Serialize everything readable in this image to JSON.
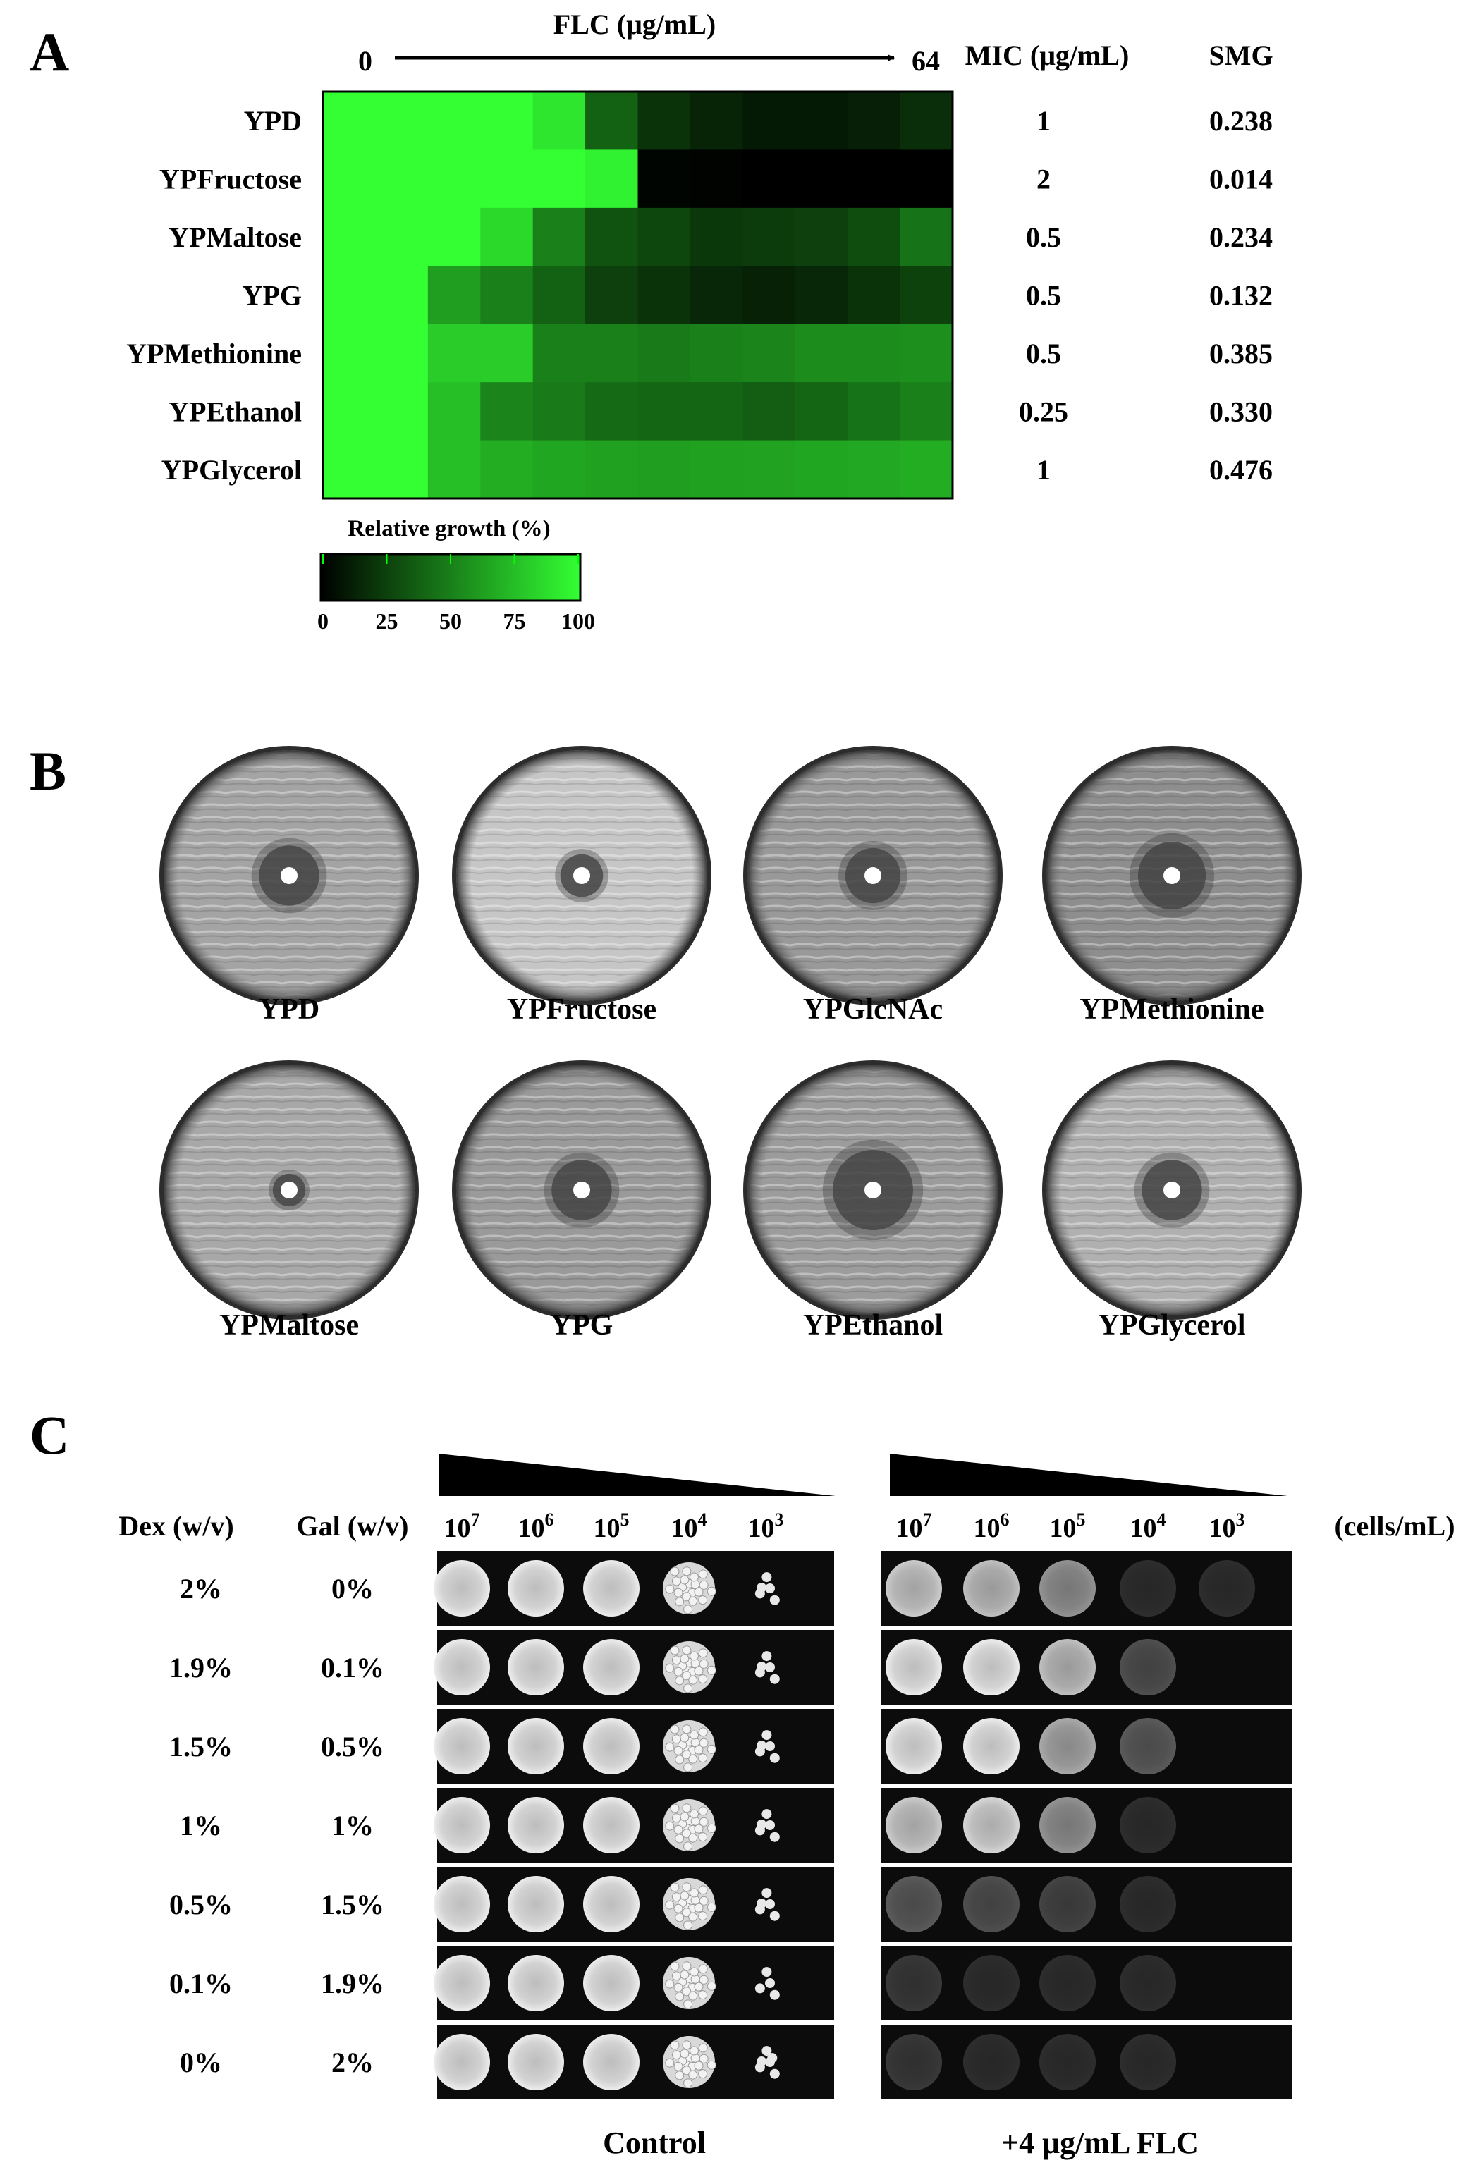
{
  "panel_a": {
    "letter": "A",
    "flc_label": "FLC (μg/mL)",
    "flc_min": "0",
    "flc_max": "64",
    "mic_header": "MIC (μg/mL)",
    "smg_header": "SMG",
    "colorbar_title": "Relative growth (%)",
    "colorbar_ticks": [
      "0",
      "25",
      "50",
      "75",
      "100"
    ],
    "chart_data": {
      "type": "heatmap",
      "title": "",
      "xlabel": "FLC (μg/mL)",
      "ylabel": "",
      "x_range_labels": [
        "0",
        "64"
      ],
      "color_scale": {
        "min": 0,
        "max": 100,
        "low_color": "#000000",
        "high_color": "#33ff33",
        "label": "Relative growth (%)"
      },
      "rows": [
        "YPD",
        "YPFructose",
        "YPMaltose",
        "YPG",
        "YPMethionine",
        "YPEthanol",
        "YPGlycerol"
      ],
      "values": [
        [
          100,
          100,
          100,
          100,
          90,
          38,
          20,
          14,
          10,
          10,
          12,
          18
        ],
        [
          100,
          100,
          100,
          100,
          100,
          95,
          2,
          1,
          0,
          0,
          0,
          0
        ],
        [
          100,
          100,
          100,
          85,
          50,
          32,
          28,
          22,
          23,
          25,
          30,
          45
        ],
        [
          100,
          100,
          62,
          50,
          38,
          25,
          20,
          15,
          13,
          15,
          20,
          26
        ],
        [
          100,
          100,
          80,
          80,
          50,
          50,
          48,
          50,
          52,
          55,
          55,
          56
        ],
        [
          100,
          100,
          75,
          52,
          48,
          42,
          40,
          40,
          37,
          40,
          45,
          50
        ],
        [
          100,
          100,
          75,
          68,
          65,
          63,
          62,
          63,
          64,
          65,
          66,
          68
        ]
      ],
      "mic": [
        "1",
        "2",
        "0.5",
        "0.5",
        "0.5",
        "0.25",
        "1"
      ],
      "smg": [
        "0.238",
        "0.014",
        "0.234",
        "0.132",
        "0.385",
        "0.330",
        "0.476"
      ]
    }
  },
  "panel_b": {
    "letter": "B",
    "plates": [
      {
        "label": "YPD",
        "halo": 0.24,
        "bg": "#a4a4a4"
      },
      {
        "label": "YPFructose",
        "halo": 0.17,
        "bg": "#c6c6c6"
      },
      {
        "label": "YPGlcNAc",
        "halo": 0.22,
        "bg": "#999999"
      },
      {
        "label": "YPMethionine",
        "halo": 0.27,
        "bg": "#8e8e8e"
      },
      {
        "label": "YPMaltose",
        "halo": 0.13,
        "bg": "#a8a8a8"
      },
      {
        "label": "YPG",
        "halo": 0.24,
        "bg": "#9a9a9a"
      },
      {
        "label": "YPEthanol",
        "halo": 0.32,
        "bg": "#9c9c9c"
      },
      {
        "label": "YPGlycerol",
        "halo": 0.24,
        "bg": "#b0b0b0"
      }
    ]
  },
  "panel_c": {
    "letter": "C",
    "dex_header": "Dex (w/v)",
    "gal_header": "Gal (w/v)",
    "units_label": "(cells/mL)",
    "density_base": "10",
    "density_exponents": [
      "7",
      "6",
      "5",
      "4",
      "3"
    ],
    "control_label": "Control",
    "flc_label": "+4 μg/mL FLC",
    "rows": [
      {
        "dex": "2%",
        "gal": "0%",
        "control": [
          1,
          1,
          1,
          0.95,
          0.4
        ],
        "flc": [
          0.85,
          0.8,
          0.6,
          0.15,
          0.02
        ]
      },
      {
        "dex": "1.9%",
        "gal": "0.1%",
        "control": [
          1,
          1,
          1,
          0.95,
          0.45
        ],
        "flc": [
          1,
          1,
          0.8,
          0.3,
          0.0
        ]
      },
      {
        "dex": "1.5%",
        "gal": "0.5%",
        "control": [
          1,
          1,
          1,
          0.95,
          0.4
        ],
        "flc": [
          1,
          1,
          0.7,
          0.35,
          0.0
        ]
      },
      {
        "dex": "1%",
        "gal": "1%",
        "control": [
          1,
          1,
          1,
          0.95,
          0.45
        ],
        "flc": [
          0.85,
          0.9,
          0.6,
          0.1,
          0.0
        ]
      },
      {
        "dex": "0.5%",
        "gal": "1.5%",
        "control": [
          1,
          1,
          1,
          0.95,
          0.45
        ],
        "flc": [
          0.35,
          0.3,
          0.25,
          0.05,
          0.0
        ]
      },
      {
        "dex": "0.1%",
        "gal": "1.9%",
        "control": [
          1,
          1,
          1,
          0.95,
          0.35
        ],
        "flc": [
          0.2,
          0.15,
          0.1,
          0.03,
          0.0
        ]
      },
      {
        "dex": "0%",
        "gal": "2%",
        "control": [
          1,
          1,
          1,
          0.95,
          0.5
        ],
        "flc": [
          0.2,
          0.12,
          0.08,
          0.02,
          0.0
        ]
      }
    ]
  }
}
